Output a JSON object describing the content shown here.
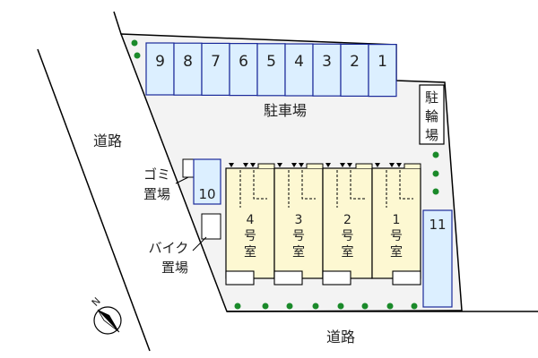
{
  "road_left_label": "道路",
  "road_bottom_label": "道路",
  "parking_label": "駐車場",
  "bicycle_parking_label": [
    "駐",
    "輪",
    "場"
  ],
  "garbage_label": [
    "ゴミ",
    "置場"
  ],
  "bike_label": [
    "バイク",
    "置場"
  ],
  "compass_label": "N",
  "parking_spaces_top": [
    "9",
    "8",
    "7",
    "6",
    "5",
    "4",
    "3",
    "2",
    "1"
  ],
  "parking_space_10": "10",
  "parking_space_11": "11",
  "units": [
    {
      "number": "4",
      "suffix1": "号",
      "suffix2": "室"
    },
    {
      "number": "3",
      "suffix1": "号",
      "suffix2": "室"
    },
    {
      "number": "2",
      "suffix1": "号",
      "suffix2": "室"
    },
    {
      "number": "1",
      "suffix1": "号",
      "suffix2": "室"
    }
  ],
  "colors": {
    "parking": "#dcefff",
    "parking_border": "#1a2a9a",
    "unit": "#fdf8d2",
    "lot": "#f3f3f3",
    "tree": "#1a8a2a"
  }
}
